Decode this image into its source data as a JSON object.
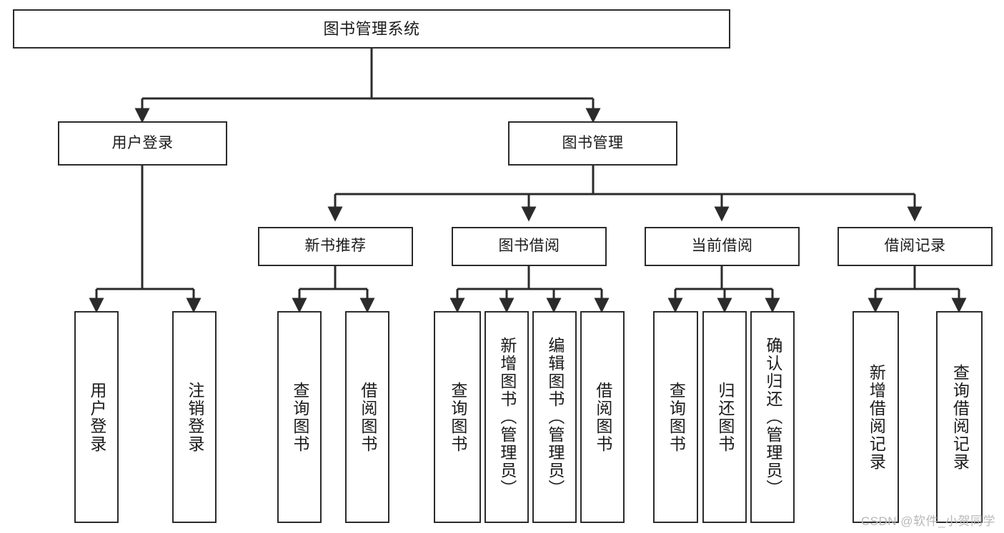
{
  "diagram": {
    "title": "图书管理系统",
    "colors": {
      "box_border": "#2b2b2b",
      "box_fill": "#ffffff",
      "connector": "#2b2b2b",
      "canvas": "#ffffff",
      "watermark": "#b8b8b8"
    },
    "root": {
      "label": "图书管理系统"
    },
    "level2": [
      {
        "label": "用户登录"
      },
      {
        "label": "图书管理"
      }
    ],
    "level3": [
      {
        "label": "新书推荐"
      },
      {
        "label": "图书借阅"
      },
      {
        "label": "当前借阅"
      },
      {
        "label": "借阅记录"
      }
    ],
    "leaves": {
      "user_login": [
        {
          "label": "用户登录"
        },
        {
          "label": "注销登录"
        }
      ],
      "new_book_recommend": [
        {
          "label": "查询图书"
        },
        {
          "label": "借阅图书"
        }
      ],
      "book_borrow": [
        {
          "label": "查询图书"
        },
        {
          "label": "新增图书（管理员）"
        },
        {
          "label": "编辑图书（管理员）"
        },
        {
          "label": "借阅图书"
        }
      ],
      "current_borrow": [
        {
          "label": "查询图书"
        },
        {
          "label": "归还图书"
        },
        {
          "label": "确认归还（管理员）"
        }
      ],
      "borrow_record": [
        {
          "label": "新增借阅记录"
        },
        {
          "label": "查询借阅记录"
        }
      ]
    },
    "watermark": "CSDN @软件_小贺同学"
  }
}
